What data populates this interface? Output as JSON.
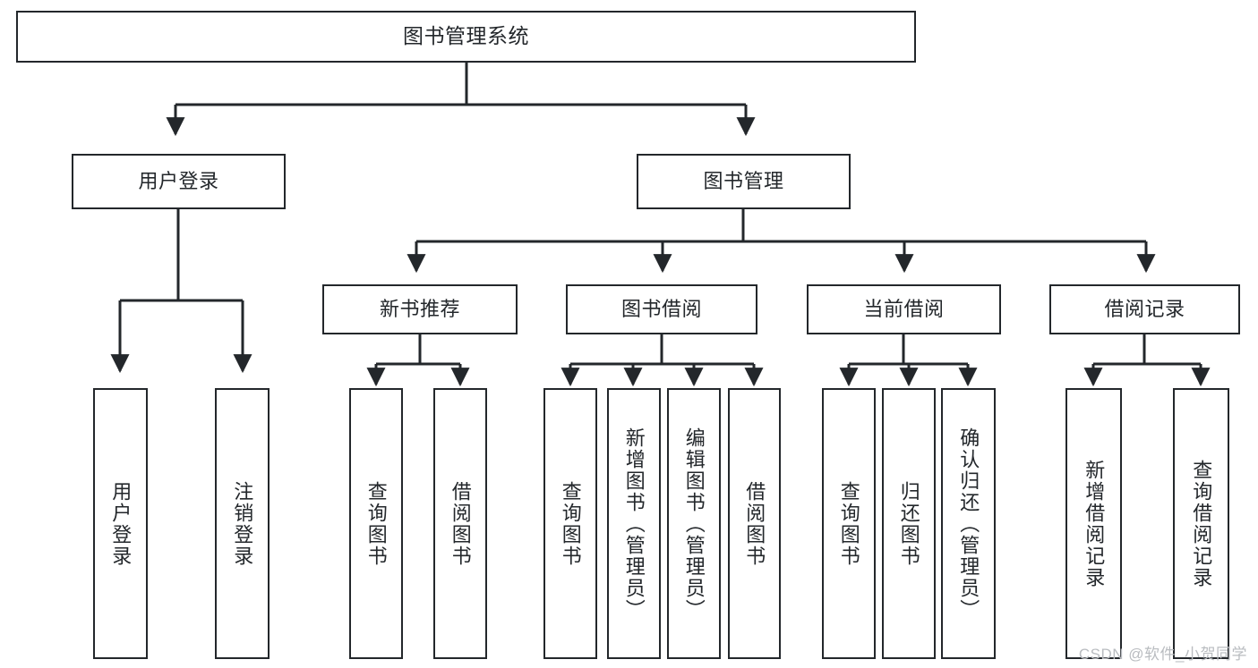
{
  "diagram": {
    "title": "图书管理系统",
    "type": "tree",
    "colors": {
      "stroke": "#23272b",
      "background": "#ffffff",
      "text": "#23272b",
      "watermark": "#b9bcc0"
    },
    "root": {
      "label": "图书管理系统"
    },
    "level2": [
      {
        "label": "用户登录"
      },
      {
        "label": "图书管理"
      }
    ],
    "level3": [
      {
        "label": "新书推荐"
      },
      {
        "label": "图书借阅"
      },
      {
        "label": "当前借阅"
      },
      {
        "label": "借阅记录"
      }
    ],
    "leaves": {
      "user_login": [
        {
          "label": "用户登录"
        },
        {
          "label": "注销登录"
        }
      ],
      "new_book": [
        {
          "label": "查询图书"
        },
        {
          "label": "借阅图书"
        }
      ],
      "book_borrow": [
        {
          "label": "查询图书"
        },
        {
          "label": "新增图书（管理员）"
        },
        {
          "label": "编辑图书（管理员）"
        },
        {
          "label": "借阅图书"
        }
      ],
      "current_borrow": [
        {
          "label": "查询图书"
        },
        {
          "label": "归还图书"
        },
        {
          "label": "确认归还（管理员）"
        }
      ],
      "borrow_record": [
        {
          "label": "新增借阅记录"
        },
        {
          "label": "查询借阅记录"
        }
      ]
    }
  },
  "watermark": {
    "text": "CSDN @软件_小贺同学"
  }
}
